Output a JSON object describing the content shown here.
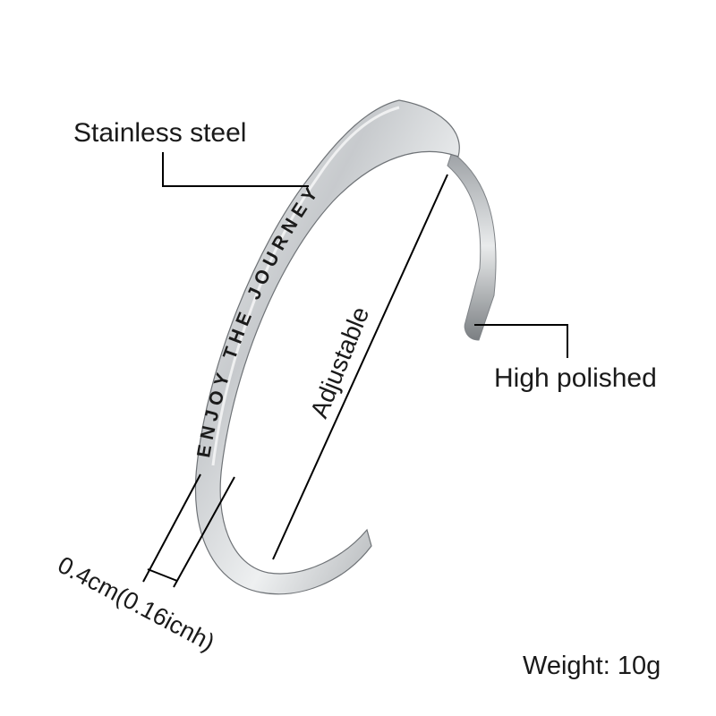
{
  "product": {
    "engraving": "ENJOY THE JOURNEY",
    "material_label": "Stainless steel",
    "finish_label": "High polished",
    "adjustable_label": "Adjustable",
    "width_label": "0.4cm(0.16icnh)",
    "weight_label": "Weight: 10g"
  },
  "colors": {
    "background": "#ffffff",
    "steel_light": "#f4f5f6",
    "steel_mid": "#b9bcc0",
    "steel_dark": "#6f7377",
    "engraving": "#1b1b1b",
    "callout_line": "#000000"
  }
}
